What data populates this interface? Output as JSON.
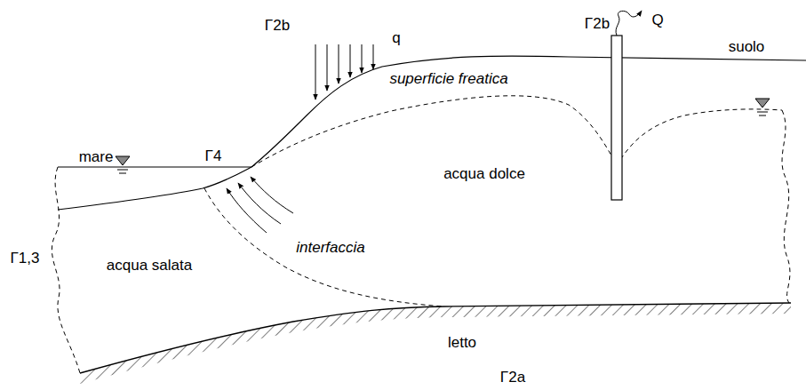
{
  "diagram": {
    "labels": [
      "Γ2b",
      "q",
      "Γ2b",
      "Q",
      "suolo",
      "superficie freatica",
      "mare",
      "Γ4",
      "acqua dolce",
      "interfaccia",
      "acqua salata",
      "Γ1,3",
      "letto",
      "Γ2a"
    ]
  }
}
